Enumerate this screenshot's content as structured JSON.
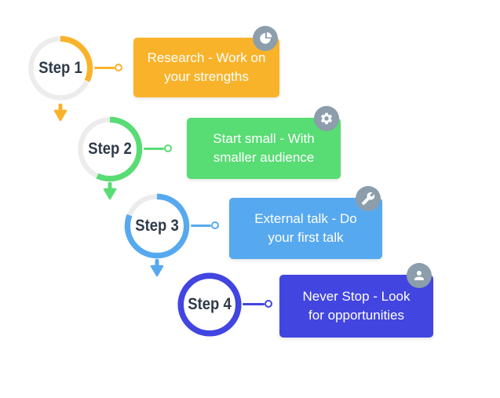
{
  "colors": {
    "background": "#FFFFFF",
    "ring_track": "#ECECEC",
    "badge": "#8C9DAB",
    "step_label_text": "#2E3A48",
    "card_text": "#FFFFFF"
  },
  "steps": [
    {
      "label": "Step 1",
      "card_lines": [
        "Research - Work on",
        "your strengths"
      ],
      "color": "#F9B32B",
      "icon": "pie-chart-icon",
      "progress_percent": 32
    },
    {
      "label": "Step 2",
      "card_lines": [
        "Start small - With",
        "smaller audience"
      ],
      "color": "#58DC74",
      "icon": "gear-icon",
      "progress_percent": 57
    },
    {
      "label": "Step 3",
      "card_lines": [
        "External talk - Do",
        "your first talk"
      ],
      "color": "#57A9EF",
      "icon": "wrench-icon",
      "progress_percent": 81
    },
    {
      "label": "Step 4",
      "card_lines": [
        "Never Stop - Look",
        "for opportunities"
      ],
      "color": "#4245DF",
      "icon": "person-icon",
      "progress_percent": 100
    }
  ]
}
